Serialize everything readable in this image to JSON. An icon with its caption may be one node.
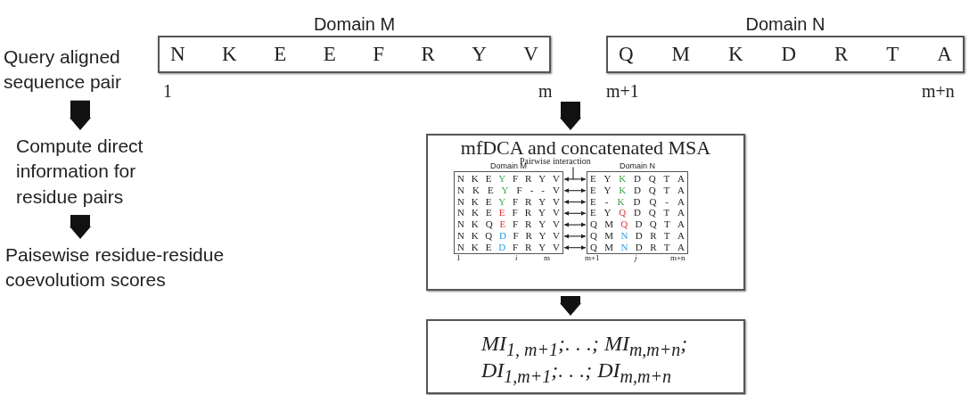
{
  "diagram": {
    "nodes": [
      {
        "text": [
          "Domain M",
          "N",
          "K",
          "E",
          "E",
          "F",
          "R",
          "Y",
          "V"
        ]
      },
      {
        "text": [
          "Domain N",
          "Q",
          "M",
          "K",
          "D",
          "R",
          "T",
          "A"
        ]
      },
      {
        "text": [
          "Query aligned sequence pair"
        ]
      },
      {
        "text": [
          "Compute direct information for residue pairs"
        ]
      },
      {
        "text": [
          "Paisewise residue-residue coevolutiom scores"
        ]
      },
      {
        "text": [
          "mfDCA and concatenated MSA"
        ]
      },
      {
        "text": [
          "Domain M",
          "N K E Y F R Y V",
          "N K E Y F - - V",
          "N K E Y F R Y V",
          "N K E E F R Y V",
          "N K Q E F R Y V",
          "N K Q D F R Y V",
          "N K E D F R Y V"
        ],
        "in": 5
      },
      {
        "text": [
          "Domain N",
          "E Y K D Q T A",
          "E Y K D Q T A",
          "E - K D Q - A",
          "E Y Q D Q T A",
          "Q M Q D Q T A",
          "Q M N D R T A",
          "Q M N D R T A"
        ],
        "in": 5
      },
      {
        "text": [
          "Pairwise interaction"
        ],
        "in": 5
      },
      {
        "text": [
          "MI$_{1, m+1}$;. . .; MI$_{m,m+n}$;",
          "DI$_{1,m+1}$;. . .; DI$_{m,m+n}$"
        ]
      }
    ],
    "edges": [
      {
        "from": 2,
        "to": 3,
        "arrow": "to",
        "style": "thick"
      },
      {
        "from": 3,
        "to": 4,
        "arrow": "to",
        "style": "thick"
      },
      {
        "from": null,
        "to": 5,
        "arrow": "to",
        "style": "thick"
      },
      {
        "from": 5,
        "to": 9,
        "arrow": "to",
        "style": "thick"
      },
      {
        "from": 6,
        "to": 7,
        "arrow": "both"
      },
      {
        "from": 6,
        "to": 7,
        "arrow": "both"
      },
      {
        "from": 6,
        "to": 7,
        "arrow": "both"
      },
      {
        "from": 6,
        "to": 7,
        "arrow": "both"
      },
      {
        "from": 6,
        "to": 7,
        "arrow": "both"
      },
      {
        "from": 6,
        "to": 7,
        "arrow": "both"
      },
      {
        "from": 6,
        "to": 7,
        "arrow": "both"
      },
      {
        "from": 8,
        "to": null,
        "arrow": "none"
      }
    ],
    "labels": [
      "1",
      "m",
      "m+1",
      "m+n",
      "1",
      "i",
      "m",
      "m+1",
      "j",
      "m+n"
    ]
  }
}
